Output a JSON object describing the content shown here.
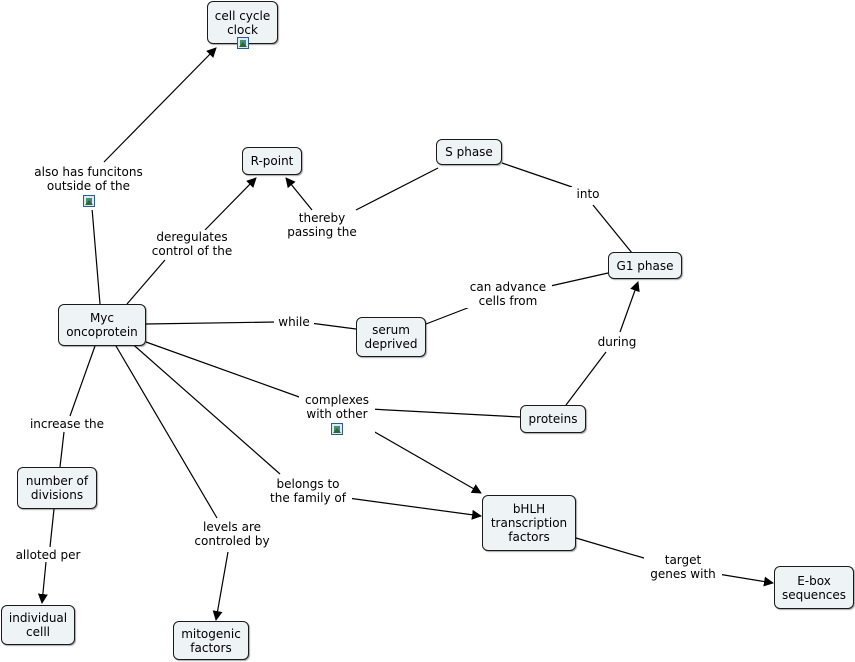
{
  "concepts": {
    "cell_cycle_clock": "cell cycle\nclock",
    "r_point": "R-point",
    "s_phase": "S phase",
    "g1_phase": "G1 phase",
    "myc": "Myc\noncoprotein",
    "serum": "serum\ndeprived",
    "proteins": "proteins",
    "number_divisions": "number of\ndivisions",
    "individual_cell": "individual\ncelll",
    "bhlh": "bHLH\ntranscription\nfactors",
    "mitogenic": "mitogenic\nfactors",
    "ebox": "E-box\nsequences"
  },
  "links": {
    "also_has": "also has funcitons\noutside of the",
    "deregulates": "deregulates\ncontrol of the",
    "thereby": "thereby\npassing the",
    "into": "into",
    "can_advance": "can advance\ncells from",
    "while": "while",
    "during": "during",
    "complexes": "complexes\nwith other",
    "increase": "increase the",
    "belongs": "belongs to\nthe family of",
    "alloted": "alloted per",
    "levels": "levels are\ncontroled by",
    "target": "target\ngenes with"
  },
  "icons": {
    "cell_cycle_clock": "image-icon",
    "also_has": "image-icon",
    "complexes": "image-icon"
  }
}
